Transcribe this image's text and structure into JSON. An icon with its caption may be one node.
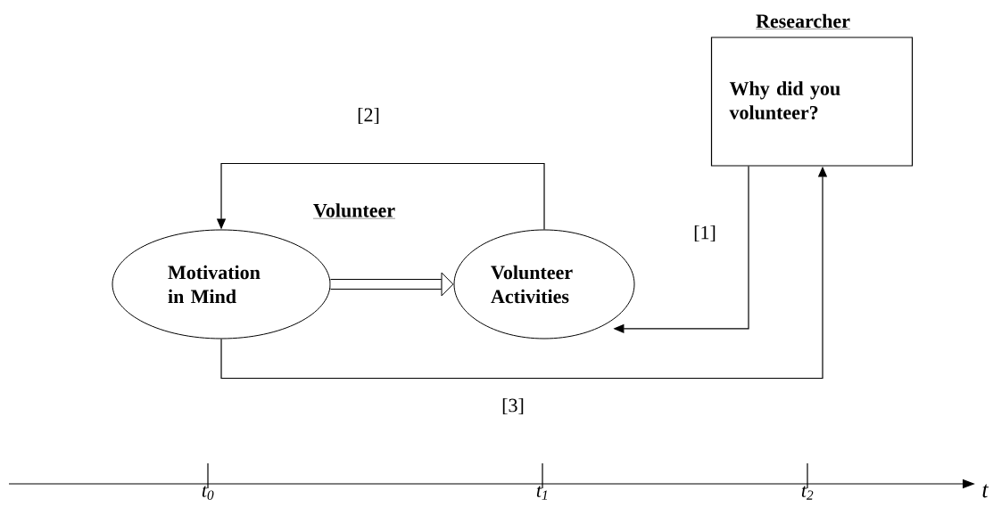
{
  "diagram": {
    "nodes": [
      {
        "text": [
          "Motivation in Mind"
        ]
      },
      {
        "text": [
          "Volunteer Activities"
        ]
      },
      {
        "text": [
          "Researcher",
          "Why did you volunteer?"
        ]
      }
    ],
    "edges": [
      {
        "from": 0,
        "to": 1,
        "arrow": "to",
        "style": "thick"
      },
      {
        "from": 1,
        "to": 0,
        "arrow": "to",
        "label": "[2]"
      },
      {
        "from": 2,
        "to": 1,
        "arrow": "to",
        "label": "[1]"
      },
      {
        "from": 0,
        "to": 2,
        "arrow": "to",
        "label": "[3]"
      }
    ],
    "labels": [
      "Volunteer",
      "t$_{0}$",
      "t$_{1}$",
      "t$_{2}$",
      "t"
    ]
  }
}
